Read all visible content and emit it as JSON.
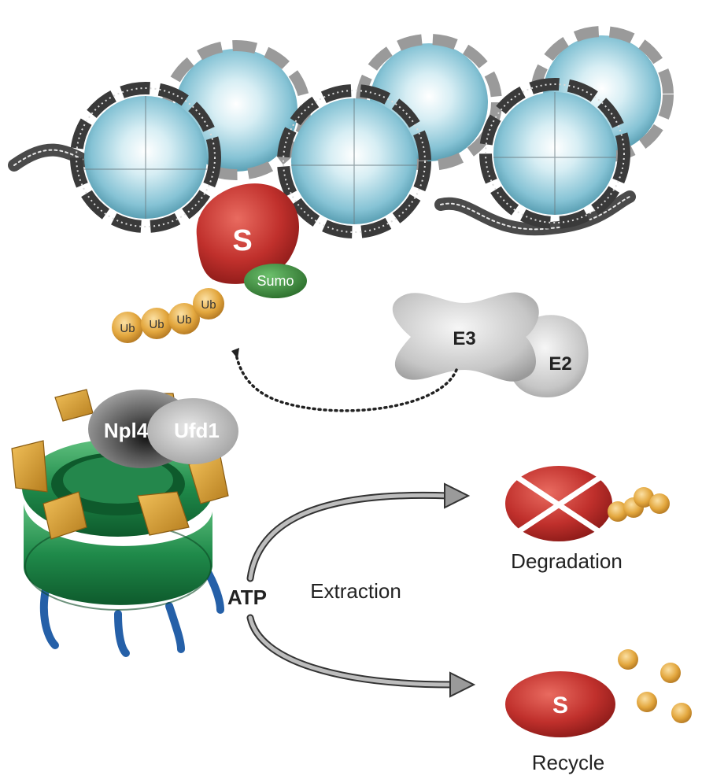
{
  "labels": {
    "sumo_target": "S",
    "sumo": "Sumo",
    "ubiquitin": "Ub",
    "e3": "E3",
    "e2": "E2",
    "npl4": "Npl4",
    "ufd1": "Ufd1",
    "atp": "ATP",
    "extraction": "Extraction",
    "degradation": "Degradation",
    "recycle": "Recycle",
    "recycled_target": "S"
  },
  "colors": {
    "histone": "#8ec9d9",
    "dna_dark": "#3a3a3a",
    "dna_light": "#9a9a9a",
    "target_protein": "#c0302c",
    "sumo": "#3f8a3f",
    "ubiquitin": "#e3a73e",
    "ligase": "#c9c9c9",
    "p97_ring": "#1f8a4a",
    "p97_clamp": "#d9a233",
    "npl4": "#555555",
    "ufd1": "#b5b5b5",
    "arrow": "#8a8a8a"
  }
}
